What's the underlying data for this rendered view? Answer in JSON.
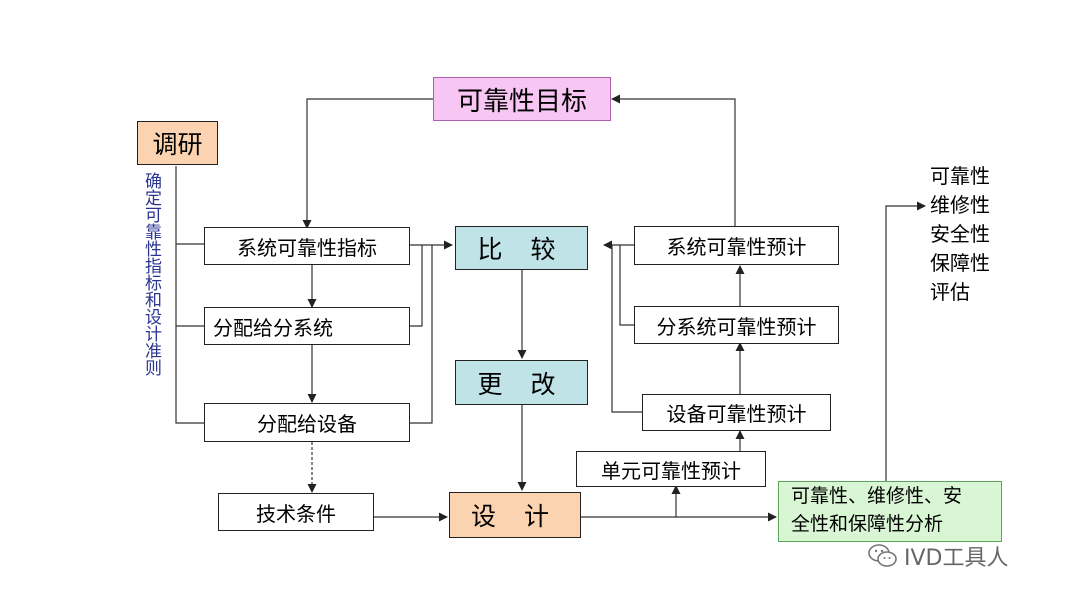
{
  "diagram": {
    "target": "可靠性目标",
    "research": "调研",
    "vertical_label": "确定可靠性指标和设计准则",
    "left_boxes": [
      "系统可靠性指标",
      "分配给分系统",
      "分配给设备"
    ],
    "tech_conditions": "技术条件",
    "compare": "比 较",
    "change": "更 改",
    "design": "设 计",
    "right_boxes": [
      "系统可靠性预计",
      "分系统可靠性预计",
      "设备可靠性预计",
      "单元可靠性预计"
    ],
    "analysis_line1": "可靠性、维修性、安",
    "analysis_line2": "全性和保障性分析",
    "evaluation": [
      "可靠性",
      "维修性",
      "安全性",
      "保障性",
      "评估"
    ]
  },
  "watermark": {
    "text": "IVD工具人",
    "icon": "wechat-icon"
  }
}
